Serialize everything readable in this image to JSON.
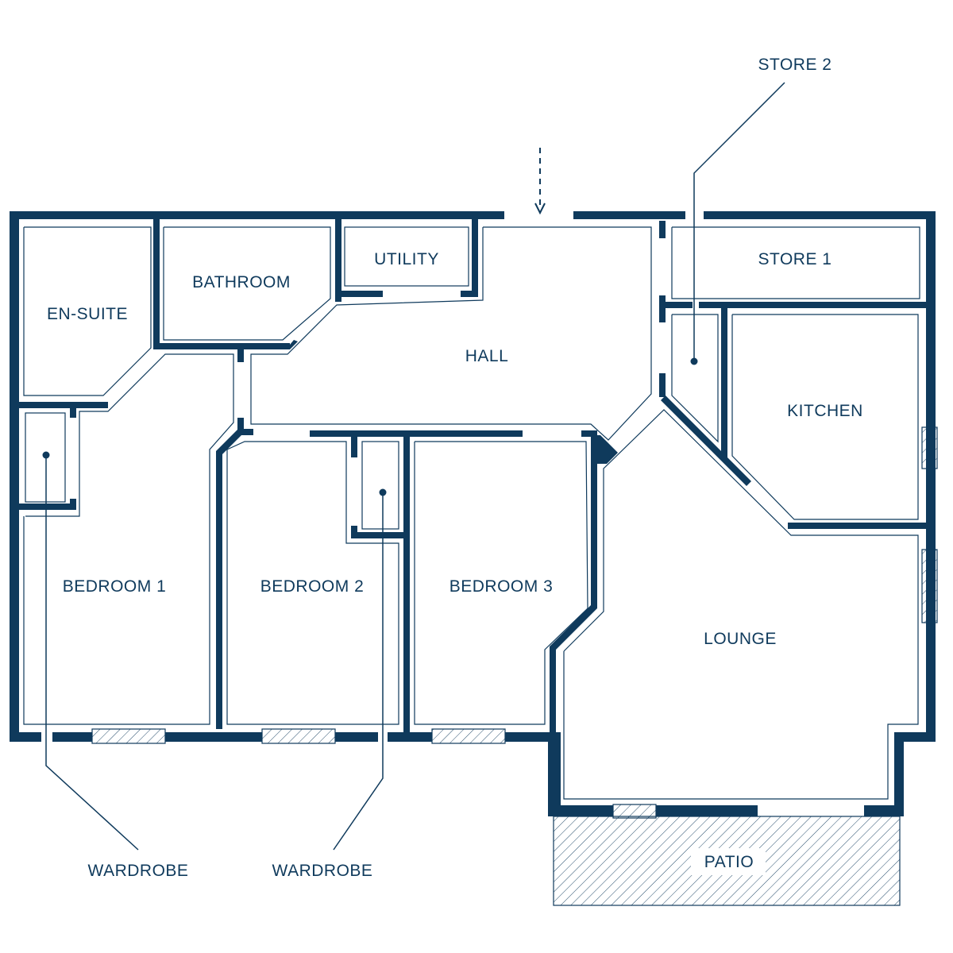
{
  "rooms": {
    "en_suite": "EN-SUITE",
    "bathroom": "BATHROOM",
    "utility": "UTILITY",
    "hall": "HALL",
    "store_1": "STORE 1",
    "kitchen": "KITCHEN",
    "bedroom_1": "BEDROOM 1",
    "bedroom_2": "BEDROOM 2",
    "bedroom_3": "BEDROOM 3",
    "lounge": "LOUNGE",
    "patio": "PATIO"
  },
  "callouts": {
    "store_2": "STORE 2",
    "wardrobe_left": "WARDROBE",
    "wardrobe_center": "WARDROBE"
  },
  "colors": {
    "wall": "#0f3a5c",
    "background": "#ffffff"
  }
}
